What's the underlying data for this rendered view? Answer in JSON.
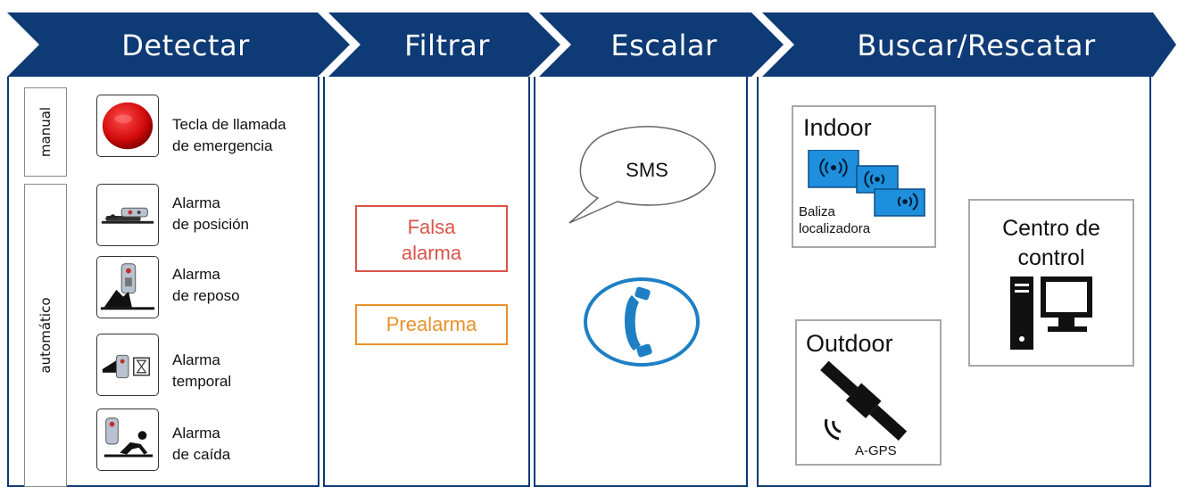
{
  "stages": {
    "detect": "Detectar",
    "filter": "Filtrar",
    "escalate": "Escalar",
    "rescue": "Buscar/Rescatar"
  },
  "detect": {
    "manual_label": "manual",
    "auto_label": "automático",
    "emergency_key": {
      "line1": "Tecla de llamada",
      "line2": "de emergencia",
      "icon": "red-emergency-button-icon"
    },
    "position_alarm": {
      "line1": "Alarma",
      "line2": "de posición",
      "icon": "position-alarm-icon"
    },
    "rest_alarm": {
      "line1": "Alarma",
      "line2": "de reposo",
      "icon": "rest-alarm-icon"
    },
    "timer_alarm": {
      "line1": "Alarma",
      "line2": "temporal",
      "icon": "timer-alarm-icon"
    },
    "fall_alarm": {
      "line1": "Alarma",
      "line2": "de caída",
      "icon": "fall-alarm-icon"
    }
  },
  "filter": {
    "false_alarm": {
      "line1": "Falsa",
      "line2": "alarma",
      "color": "#d9534a"
    },
    "prealarm": {
      "label": "Prealarma",
      "color": "#e8922a"
    }
  },
  "escalate": {
    "sms": "SMS",
    "phone_icon": "phone-handset-icon",
    "phone_color": "#1f7fc4"
  },
  "rescue": {
    "indoor": {
      "title": "Indoor",
      "beacon_line1": "Baliza",
      "beacon_line2": "localizadora",
      "icon": "beacon-icon"
    },
    "outdoor": {
      "title": "Outdoor",
      "gps_label": "A-GPS",
      "icon": "satellite-icon"
    },
    "control": {
      "line1": "Centro de",
      "line2": "control",
      "icon": "computer-icon"
    }
  },
  "colors": {
    "navy": "#0e3a75",
    "beacon_blue": "#1e8fdc"
  }
}
